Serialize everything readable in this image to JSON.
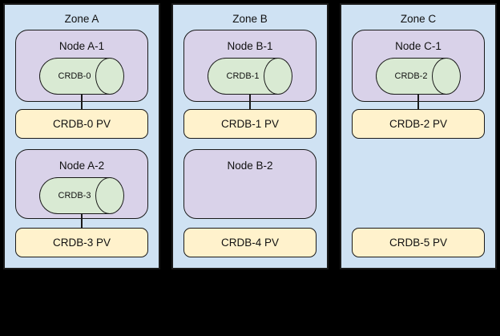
{
  "colors": {
    "background": "#000000",
    "zone_fill": "#cfe2f3",
    "node_fill": "#d9d2e9",
    "pod_fill": "#d9ead3",
    "pv_fill": "#fff2cc",
    "outline": "#1a1a1a"
  },
  "zones": [
    {
      "label": "Zone A",
      "slots": [
        {
          "node_label": "Node A-1",
          "pod_label": "CRDB-0",
          "pv_label": "CRDB-0 PV"
        },
        {
          "node_label": "Node A-2",
          "pod_label": "CRDB-3",
          "pv_label": "CRDB-3 PV"
        }
      ]
    },
    {
      "label": "Zone B",
      "slots": [
        {
          "node_label": "Node B-1",
          "pod_label": "CRDB-1",
          "pv_label": "CRDB-1 PV"
        },
        {
          "node_label": "Node B-2",
          "pv_label": "CRDB-4 PV"
        }
      ]
    },
    {
      "label": "Zone C",
      "slots": [
        {
          "node_label": "Node C-1",
          "pod_label": "CRDB-2",
          "pv_label": "CRDB-2 PV"
        },
        {
          "pv_label": "CRDB-5 PV"
        }
      ]
    }
  ]
}
